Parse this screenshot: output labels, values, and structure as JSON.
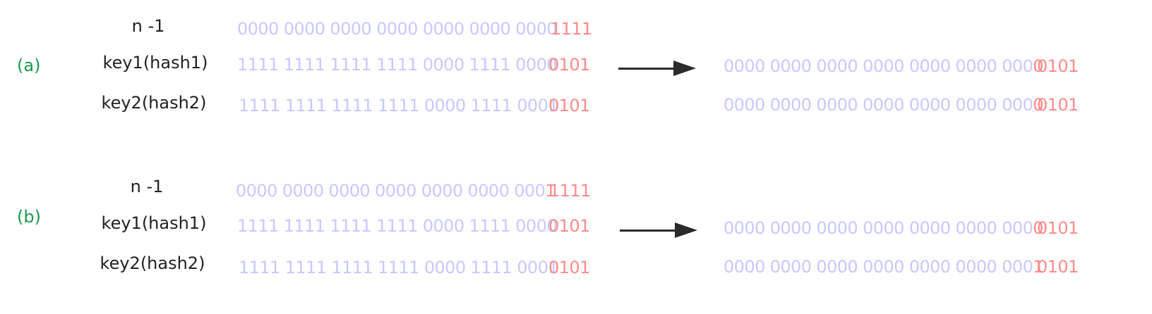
{
  "colors": {
    "section_label": "#1a9a4e",
    "row_label": "#222222",
    "bits_dim": "#c8c8ff",
    "bits_highlight": "#ff8a8a",
    "arrow": "#2b2b2b"
  },
  "icons": {
    "arrow": "right-arrow-icon"
  },
  "sections": [
    {
      "label": "(a)",
      "rows": [
        {
          "name": "n -1",
          "high": "0000 0000 0000 0000 0000 0000 0000",
          "high_hl": "",
          "low": "1111"
        },
        {
          "name": "key1(hash1)",
          "high": "1111 1111 1111 1111 0000 1111 0000",
          "high_hl": "",
          "low": "0101"
        },
        {
          "name": "key2(hash2)",
          "high": "1111 1111 1111 1111 0000 1111 0001",
          "high_hl": "",
          "low": "0101"
        }
      ],
      "results": [
        {
          "high": "0000 0000 0000 0000 0000 0000 000",
          "high_hl": "0",
          "low": "0101"
        },
        {
          "high": "0000 0000 0000 0000 0000 0000 000",
          "high_hl": "0",
          "low": "0101"
        }
      ]
    },
    {
      "label": "(b)",
      "rows": [
        {
          "name": "n -1",
          "high": "0000 0000 0000 0000 0000 0000 000",
          "high_hl": "1",
          "low": "1111"
        },
        {
          "name": "key1(hash1)",
          "high": "1111 1111 1111 1111 0000 1111 0000",
          "high_hl": "",
          "low": "0101"
        },
        {
          "name": "key2(hash2)",
          "high": "1111 1111 1111 1111 0000 1111 0001",
          "high_hl": "",
          "low": "0101"
        }
      ],
      "results": [
        {
          "high": "0000 0000 0000 0000 0000 0000 000",
          "high_hl": "0",
          "low": "0101"
        },
        {
          "high": "0000 0000 0000 0000 0000 0000 000",
          "high_hl": "1",
          "low": "0101"
        }
      ]
    }
  ]
}
